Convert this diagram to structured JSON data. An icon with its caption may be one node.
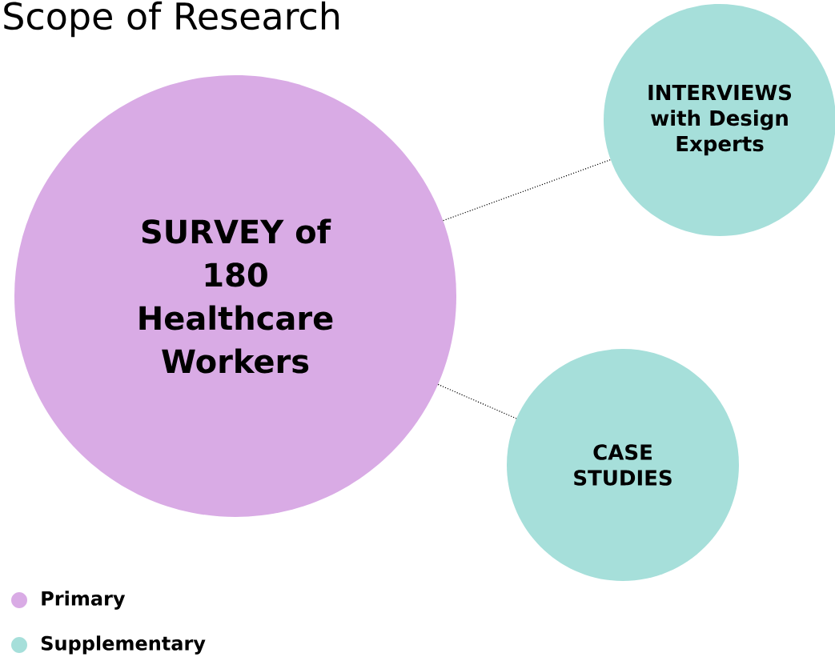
{
  "diagram": {
    "title": "Scope of Research",
    "nodes": [
      {
        "text": [
          "SURVEY of 180 Healthcare Workers"
        ]
      },
      {
        "text": [
          "INTERVIEWS with Design Experts"
        ]
      },
      {
        "text": [
          "CASE STUDIES"
        ]
      }
    ],
    "edges": [
      {
        "from": 0,
        "to": 1,
        "arrow": "none",
        "style": "dashed"
      },
      {
        "from": 0,
        "to": 2,
        "arrow": "none",
        "style": "dashed"
      }
    ],
    "legend": [
      {
        "text": "Primary",
        "color": "#d9abe5"
      },
      {
        "text": "Supplementary",
        "color": "#a6dfda"
      }
    ]
  }
}
